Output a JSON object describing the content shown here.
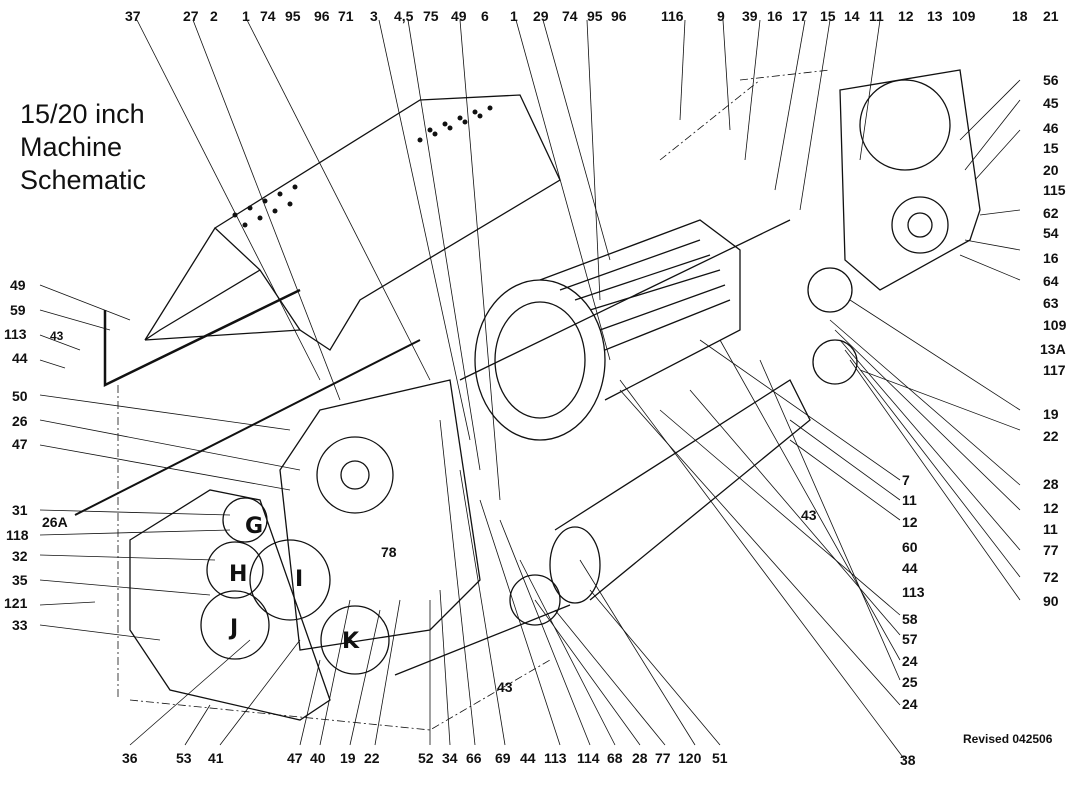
{
  "title_lines": [
    "15/20 inch",
    "Machine",
    "Schematic"
  ],
  "revised": "Revised 042506",
  "top_labels": [
    "37",
    "27",
    "2",
    "1",
    "74",
    "95",
    "96",
    "71",
    "3",
    "4,5",
    "75",
    "49",
    "6",
    "1",
    "29",
    "74",
    "95",
    "96",
    "116",
    "9",
    "39",
    "16",
    "17",
    "15",
    "14",
    "11",
    "12",
    "13",
    "109",
    "18",
    "21"
  ],
  "right_labels": [
    "56",
    "45",
    "46",
    "15",
    "20",
    "115",
    "62",
    "54",
    "16",
    "64",
    "63",
    "109",
    "13A",
    "117",
    "19",
    "22",
    "7",
    "11",
    "12",
    "60",
    "44",
    "113",
    "58",
    "57",
    "24",
    "25",
    "24",
    "28",
    "12",
    "11",
    "77",
    "72",
    "90"
  ],
  "left_labels": [
    "49",
    "59",
    "113",
    "43",
    "44",
    "50",
    "26",
    "47",
    "31",
    "26A",
    "118",
    "32",
    "35",
    "121",
    "33"
  ],
  "bottom_labels": [
    "36",
    "53",
    "41",
    "47",
    "40",
    "19",
    "22",
    "52",
    "34",
    "66",
    "69",
    "44",
    "113",
    "114",
    "68",
    "28",
    "77",
    "120",
    "51",
    "38"
  ],
  "misc_labels": [
    "78",
    "43",
    "43"
  ],
  "gear_labels": [
    "G",
    "H",
    "I",
    "J",
    "K"
  ]
}
